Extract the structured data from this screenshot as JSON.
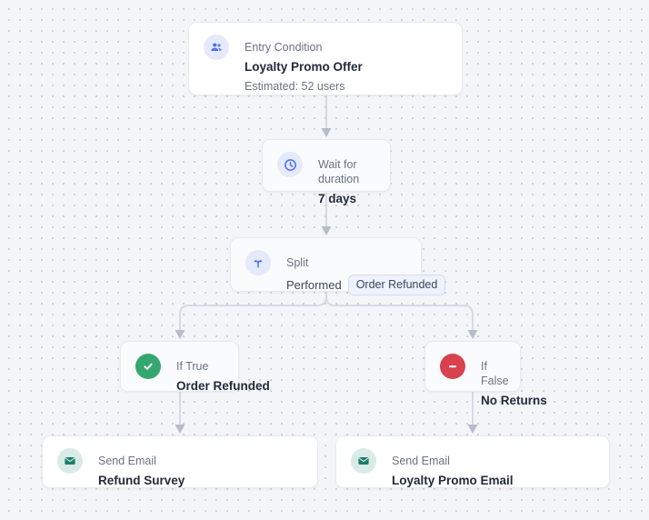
{
  "app": {
    "view_name": "workflow-canvas"
  },
  "nodes": [
    {
      "id": "entry",
      "type_label": "Entry Condition",
      "title": "Loyalty Promo Offer",
      "subtitle": "Estimated: 52 users",
      "icon": "users-icon"
    },
    {
      "id": "wait",
      "type_label": "Wait for duration",
      "title": "7 days",
      "icon": "clock-icon"
    },
    {
      "id": "split",
      "type_label": "Split",
      "condition_prefix": "Performed",
      "condition_badge": "Order Refunded",
      "icon": "split-icon"
    },
    {
      "id": "if-true",
      "type_label": "If True",
      "title": "Order Refunded",
      "icon": "check-icon"
    },
    {
      "id": "if-false",
      "type_label": "If False",
      "title": "No Returns",
      "icon": "minus-icon"
    },
    {
      "id": "email-left",
      "type_label": "Send Email",
      "title": "Refund Survey",
      "icon": "mail-icon"
    },
    {
      "id": "email-right",
      "type_label": "Send Email",
      "title": "Loyalty Promo Email",
      "icon": "mail-icon"
    }
  ],
  "connectors": [
    {
      "from": "entry",
      "to": "wait"
    },
    {
      "from": "wait",
      "to": "split"
    },
    {
      "from": "split",
      "to": "if-true"
    },
    {
      "from": "split",
      "to": "if-false"
    },
    {
      "from": "if-true",
      "to": "email-left"
    },
    {
      "from": "if-false",
      "to": "email-right"
    }
  ],
  "colors": {
    "canvas_bg": "#f4f5f8",
    "grid_dot": "#c6cad3",
    "card_bg": "#ffffff",
    "card_bg_tinted": "#fafbfd",
    "card_border": "#e7e9f0",
    "connector_line": "#d6d9e3",
    "connector_arrow": "#b6bcca",
    "icon_blue": "#4e6df5",
    "icon_blue_bg": "#e4e9fc",
    "status_green": "#34a770",
    "status_red": "#d8414e",
    "icon_teal": "#1c7c6b",
    "icon_teal_bg": "#d9ebe7",
    "label_text": "#6a7381",
    "title_text": "#222b3a",
    "badge_bg": "#edf2fc",
    "badge_border": "#d3dcef"
  }
}
